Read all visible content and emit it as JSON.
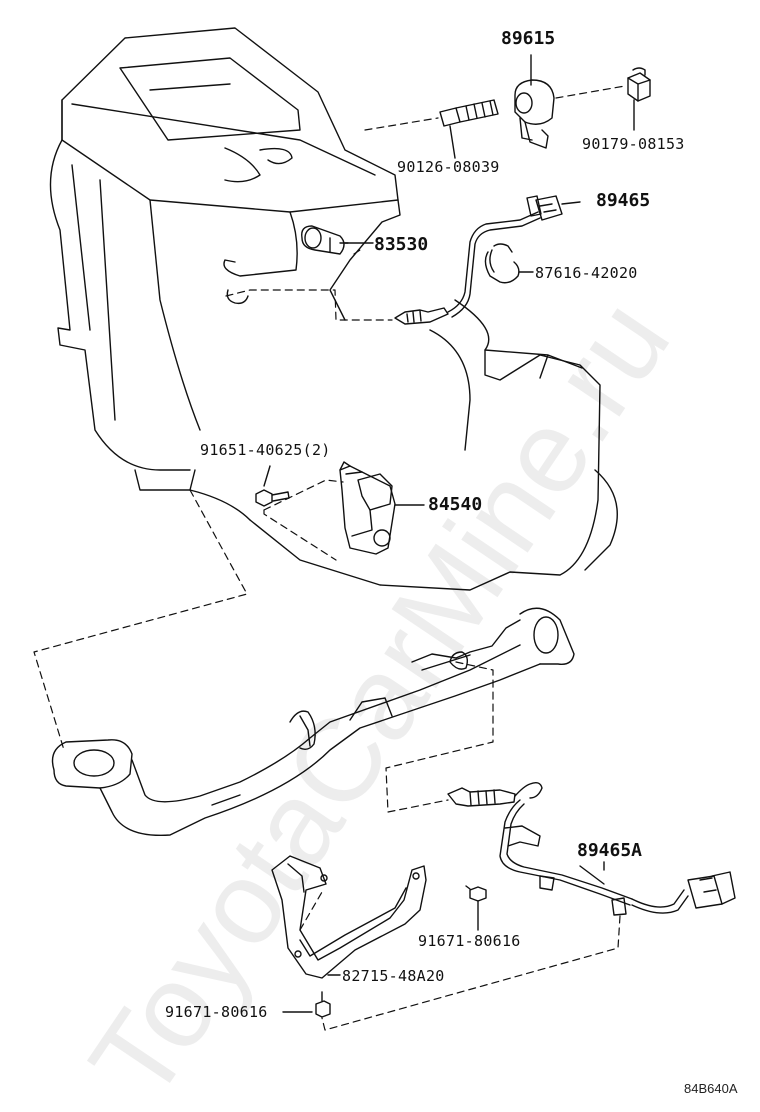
{
  "labels": {
    "p89615": "89615",
    "p90179_08153": "90179-08153",
    "p90126_08039": "90126-08039",
    "p89465": "89465",
    "p83530": "83530",
    "p87616_42020": "87616-42020",
    "p91651_40625": "91651-40625(2)",
    "p84540": "84540",
    "p89465A": "89465A",
    "p91671_80616_a": "91671-80616",
    "p82715_48A20": "82715-48A20",
    "p91671_80616_b": "91671-80616"
  },
  "figure_ref": "84B640A",
  "watermark": "ToyotaCarMine.ru",
  "colors": {
    "line": "#111111",
    "watermark": "#000000"
  }
}
